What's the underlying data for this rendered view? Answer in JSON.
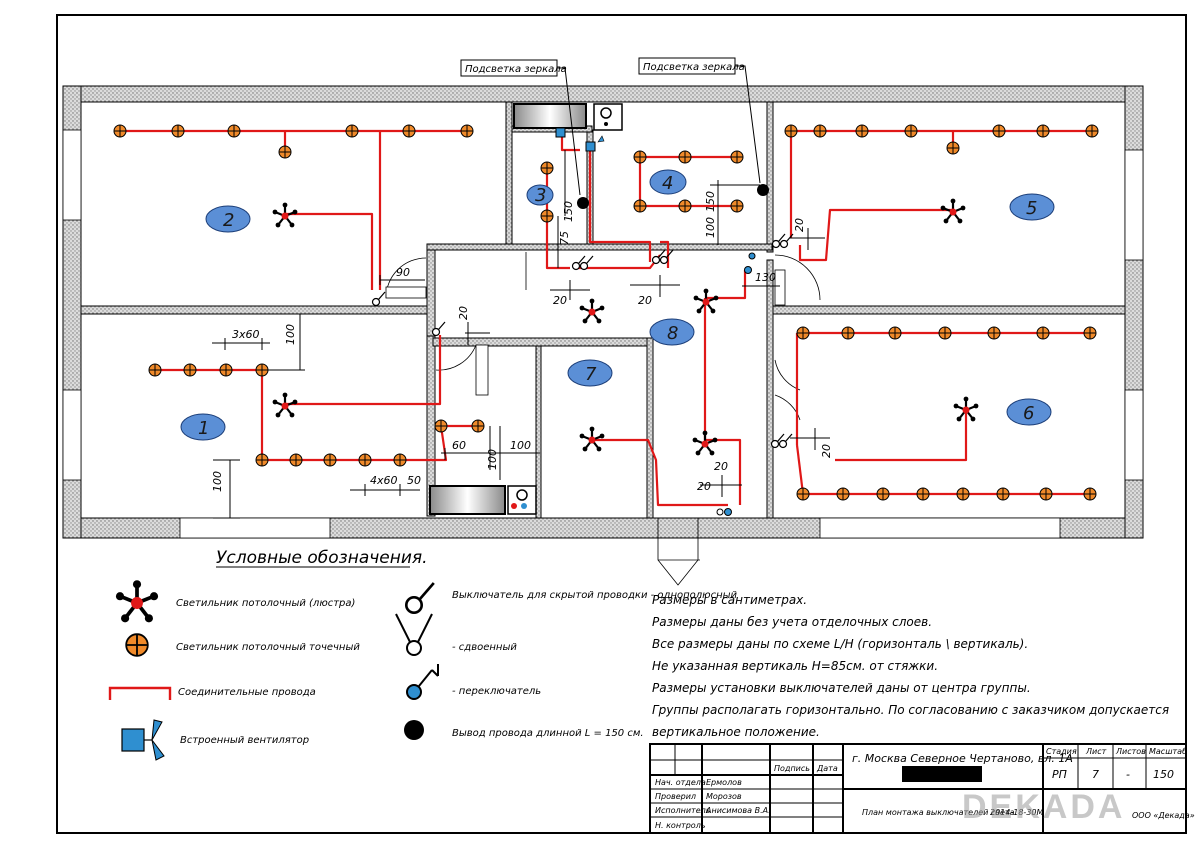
{
  "legend": {
    "title": "Условные обозначения.",
    "items": {
      "chandelier": "Светильник потолочный (люстра)",
      "spot": "Светильник потолочный точечный",
      "wires": "Соединительные провода",
      "fan": "Встроенный вентилятор",
      "switch_single": "Выключатель для скрытой проводки - однополюсный",
      "switch_double": "- сдвоенный",
      "switch_toggle": "- переключатель",
      "wire_out": "Вывод провода длинной L = 150 см."
    }
  },
  "callouts": {
    "mirror1": "Подсветка зеркала",
    "mirror2": "Подсветка зеркала"
  },
  "rooms": [
    "1",
    "2",
    "3",
    "4",
    "5",
    "6",
    "7",
    "8"
  ],
  "dims": {
    "d90": "90",
    "d3x60": "3x60",
    "d100a": "100",
    "d20a": "20",
    "d60": "60",
    "d100b": "100",
    "d100c": "100",
    "d100d": "100",
    "d4x60": "4x60",
    "d50": "50",
    "d75": "75",
    "d150a": "150",
    "d100e": "100",
    "d150b": "150",
    "d20b": "20",
    "d20c": "20",
    "d20d": "20",
    "d130": "130",
    "d20e": "20",
    "d20f": "20",
    "d20g": "20"
  },
  "notes": [
    "Размеры в сантиметрах.",
    "Размеры даны без учета отделочных слоев.",
    "Все размеры даны по схеме L/H (горизонталь \\ вертикаль).",
    "Не указанная вертикаль H=85см. от стяжки.",
    "Размеры установки выключателей даны от центра группы.",
    "Группы располагать горизонтально. По согласованию с заказчиком допускается",
    "вертикальное положение."
  ],
  "title_block": {
    "sign": "Подпись",
    "date": "Дата",
    "roles": [
      "Нач. отдела",
      "Проверил",
      "Исполнитель",
      "Н. контроль"
    ],
    "names": [
      "Ермолов",
      "Морозов",
      "Анисимова В.А.",
      ""
    ],
    "address": "г. Москва Северное Чертаново, вл. 1А",
    "sheet_title": "План монтажа выключателей света.",
    "date_value": "2014-18-30М",
    "stage_label": "Стадия",
    "sheet_label": "Лист",
    "sheets_label": "Листов",
    "scale_label": "Масштаб",
    "stage": "РП",
    "sheet": "7",
    "sheets": "-",
    "scale": "150",
    "org": "ООО «Декада»"
  },
  "watermark": "DEKADA",
  "colors": {
    "wire": "#e01818",
    "spot": "#f08a2a",
    "room": "#5b8fd6",
    "toggle": "#2f8fd0"
  }
}
